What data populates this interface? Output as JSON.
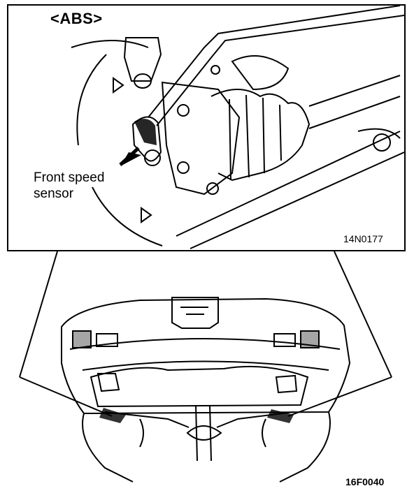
{
  "diagram": {
    "inset": {
      "title": "<ABS>",
      "callout_line1": "Front speed",
      "callout_line2": "sensor",
      "code": "14N0177"
    },
    "figure_code": "16F0040"
  }
}
